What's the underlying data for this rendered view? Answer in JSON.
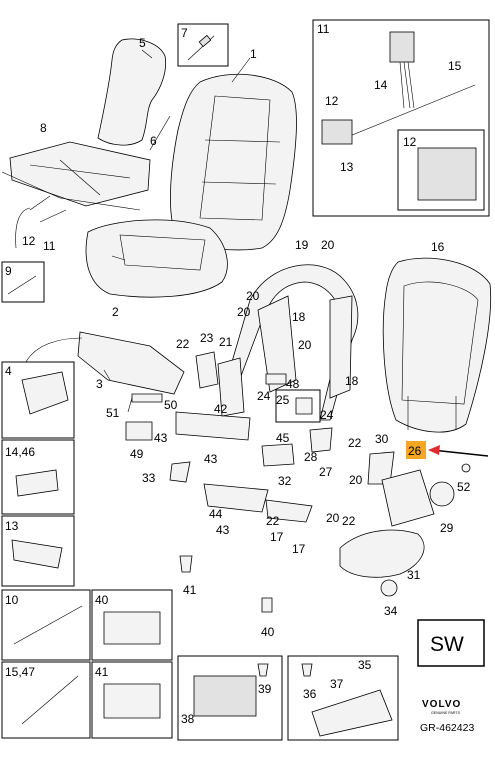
{
  "diagram": {
    "callouts": {
      "c1": "1",
      "c2": "2",
      "c3": "3",
      "c5": "5",
      "c6": "6",
      "c8": "8",
      "c12a": "12",
      "c11a": "11",
      "c12b": "12",
      "c13": "13",
      "c14": "14",
      "c15": "15",
      "c16": "16",
      "c17a": "17",
      "c17b": "17",
      "c18a": "18",
      "c18b": "18",
      "c19": "19",
      "c20a": "20",
      "c20b": "20",
      "c20c": "20",
      "c20d": "20",
      "c20e": "20",
      "c20f": "20",
      "c21": "21",
      "c22a": "22",
      "c22b": "22",
      "c22c": "22",
      "c22d": "22",
      "c23": "23",
      "c24a": "24",
      "c24b": "24",
      "c25": "25",
      "c26": "26",
      "c27": "27",
      "c28": "28",
      "c29": "29",
      "c30": "30",
      "c31": "31",
      "c32": "32",
      "c33": "33",
      "c34": "34",
      "c40a": "40",
      "c41a": "41",
      "c42": "42",
      "c43a": "43",
      "c43b": "43",
      "c43c": "43",
      "c44": "44",
      "c45": "45",
      "c48": "48",
      "c49": "49",
      "c50": "50",
      "c51": "51",
      "c52": "52",
      "c36": "36",
      "c37": "37",
      "c35": "35",
      "c38": "38",
      "c39": "39"
    },
    "boxes": {
      "b4": "4",
      "b7": "7",
      "b9": "9",
      "b10": "10",
      "b11": "11",
      "b12": "12",
      "b13": "13",
      "b1446": "14,46",
      "b1547": "15,47",
      "b40": "40",
      "b41": "41"
    },
    "highlight": {
      "label": "26",
      "color": "#f5a623",
      "arrow_color": "#e32b2b"
    },
    "badge": "SW",
    "brand": {
      "name": "VOLVO",
      "tagline": "GENUINE PARTS"
    },
    "reference": "GR-462423"
  }
}
